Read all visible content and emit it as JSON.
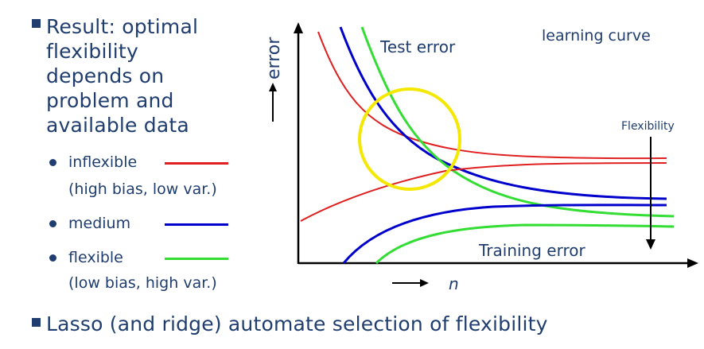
{
  "bullets": {
    "result_line1": "Result: optimal",
    "result_line2": "flexibility",
    "result_line3": "depends on",
    "result_line4": "problem and",
    "result_line5": "available data",
    "lasso": "Lasso (and ridge) automate selection of flexibility"
  },
  "legend": [
    {
      "label": "inflexible",
      "note": "(high bias, low var.)",
      "color": "#e02020"
    },
    {
      "label": "medium",
      "note": "",
      "color": "#0000cc"
    },
    {
      "label": "flexible",
      "note": "(low bias, high var.)",
      "color": "#33dd33"
    }
  ],
  "plot": {
    "y_axis_label": "error",
    "x_axis_label": "n",
    "test_error_label": "Test error",
    "training_error_label": "Training error",
    "learning_curve_label": "learning curve",
    "flexibility_label": "Flexibility",
    "highlight_color": "#f5e800",
    "axis_color": "#000000"
  }
}
